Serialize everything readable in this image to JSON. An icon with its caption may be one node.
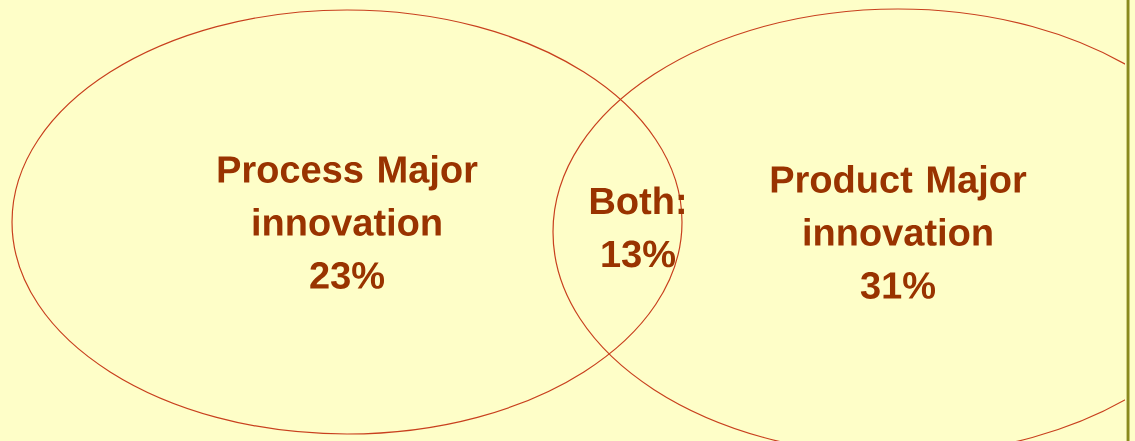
{
  "diagram": {
    "nodes": [
      {
        "text": [
          "Process Major innovation",
          "23%"
        ]
      },
      {
        "text": [
          "Product Major innovation",
          "31%"
        ]
      }
    ],
    "labels": [
      "Both: 13%"
    ]
  }
}
